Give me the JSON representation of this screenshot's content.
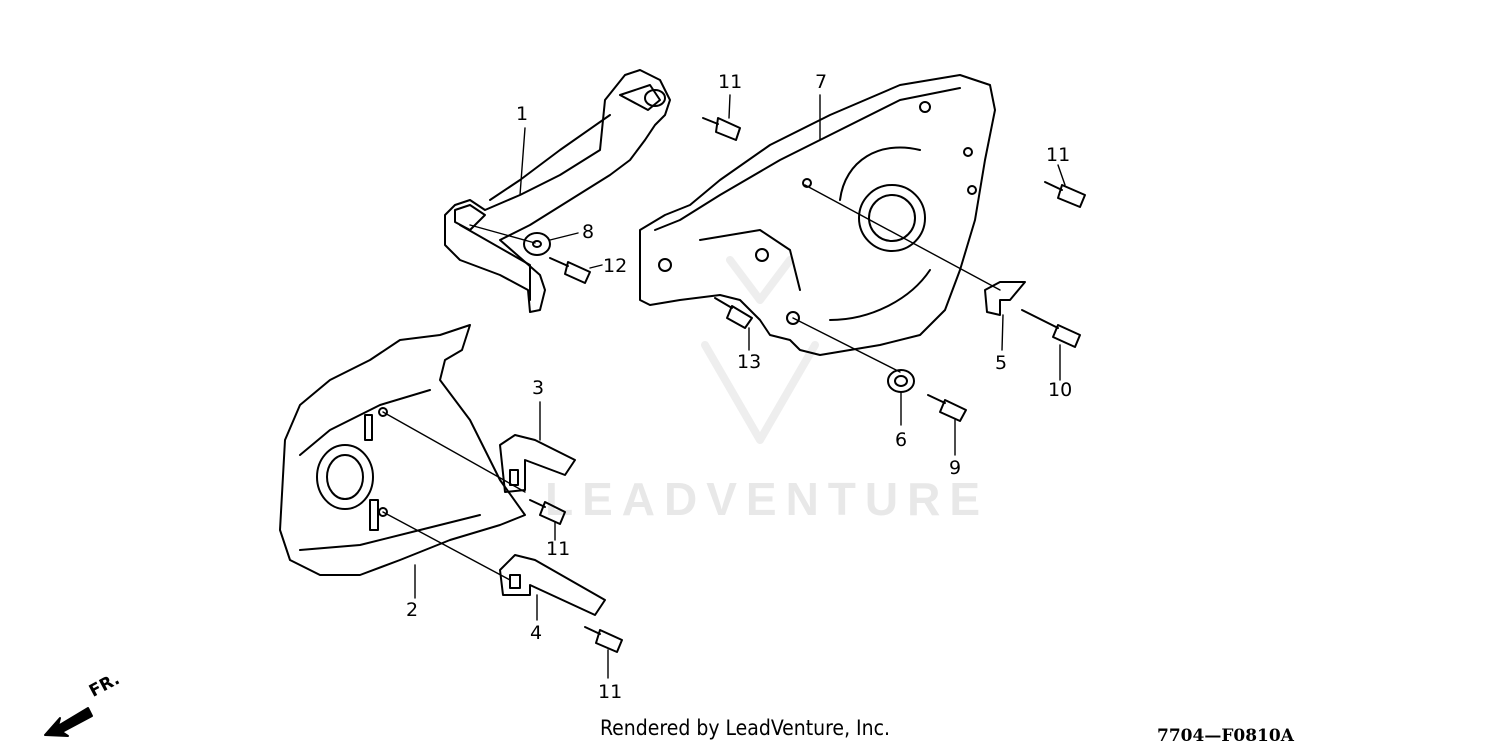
{
  "diagram": {
    "callouts": [
      {
        "id": "c1",
        "label": "1"
      },
      {
        "id": "c2",
        "label": "2"
      },
      {
        "id": "c3",
        "label": "3"
      },
      {
        "id": "c4",
        "label": "4"
      },
      {
        "id": "c5",
        "label": "5"
      },
      {
        "id": "c6",
        "label": "6"
      },
      {
        "id": "c7",
        "label": "7"
      },
      {
        "id": "c8",
        "label": "8"
      },
      {
        "id": "c9",
        "label": "9"
      },
      {
        "id": "c10",
        "label": "10"
      },
      {
        "id": "c11a",
        "label": "11"
      },
      {
        "id": "c11b",
        "label": "11"
      },
      {
        "id": "c11c",
        "label": "11"
      },
      {
        "id": "c11d",
        "label": "11"
      },
      {
        "id": "c12",
        "label": "12"
      },
      {
        "id": "c13",
        "label": "13"
      }
    ],
    "front_label": "FR.",
    "watermark": "LEADVENTURE",
    "credit": "Rendered by LeadVenture, Inc.",
    "code": "7704—F0810A"
  }
}
